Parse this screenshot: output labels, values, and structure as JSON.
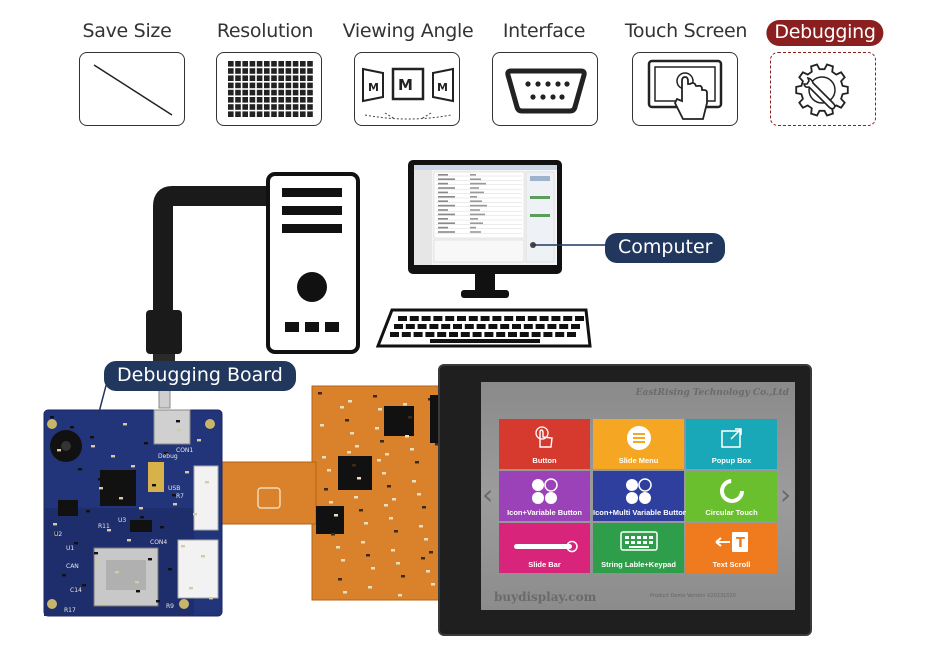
{
  "features": [
    {
      "label": "Save Size",
      "icon": "diagonal-line-icon",
      "active": false
    },
    {
      "label": "Resolution",
      "icon": "pixel-grid-icon",
      "active": false
    },
    {
      "label": "Viewing Angle",
      "icon": "viewing-angle-icon",
      "active": false
    },
    {
      "label": "Interface",
      "icon": "serial-port-icon",
      "active": false
    },
    {
      "label": "Touch Screen",
      "icon": "touch-hand-icon",
      "active": false
    },
    {
      "label": "Debugging",
      "icon": "gear-wrench-icon",
      "active": true
    }
  ],
  "callouts": {
    "computer": "Computer",
    "board": "Debugging Board"
  },
  "display": {
    "brand_top": "EastRising Technology Co.,Ltd",
    "brand_bottom": "buydisplay.com",
    "version": "Product Demo Version V20231020",
    "tiles": [
      {
        "label": "Button",
        "color": "#d63a2f",
        "icon": "tap-finger-icon"
      },
      {
        "label": "Slide Menu",
        "color": "#f5a623",
        "icon": "slide-menu-icon"
      },
      {
        "label": "Popup Box",
        "color": "#18a8b8",
        "icon": "popup-box-icon"
      },
      {
        "label": "Icon+Variable Button",
        "color": "#9b42b8",
        "icon": "variable-button-icon"
      },
      {
        "label": "Icon+Multi Variable Button",
        "color": "#2e3f9e",
        "icon": "multi-variable-button-icon"
      },
      {
        "label": "Circular Touch",
        "color": "#6abf2e",
        "icon": "circular-touch-icon"
      },
      {
        "label": "Slide Bar",
        "color": "#d8247a",
        "icon": "slide-bar-icon"
      },
      {
        "label": "String Lable+Keypad",
        "color": "#2e9e4a",
        "icon": "keypad-icon"
      },
      {
        "label": "Text Scroll",
        "color": "#f07a1e",
        "icon": "text-scroll-icon"
      }
    ]
  },
  "pcb": {
    "labels": [
      "Debug",
      "CON1",
      "CON4",
      "USB",
      "CAN",
      "U1",
      "U3",
      "R11",
      "R17",
      "C14",
      "R9",
      "R7",
      "U2"
    ]
  }
}
